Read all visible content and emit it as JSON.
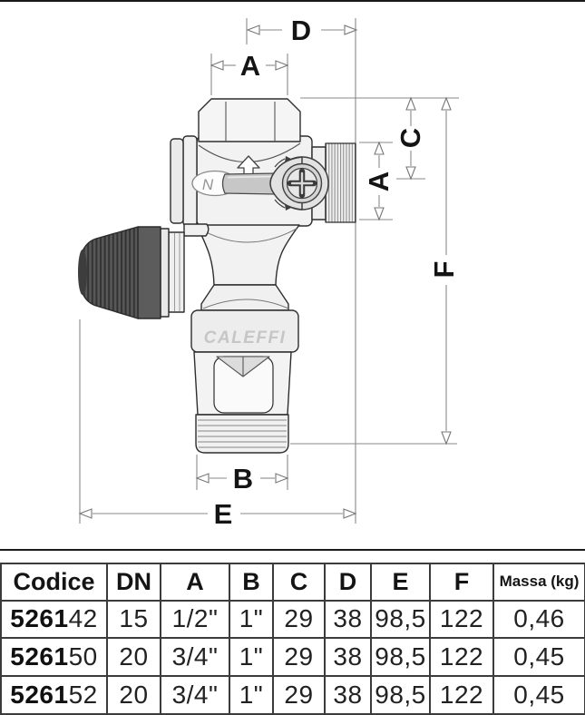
{
  "drawing": {
    "brand_label": "CALEFFI",
    "lever_letter": "N",
    "dims": {
      "d": "D",
      "a_top": "A",
      "a_side": "A",
      "c": "C",
      "f": "F",
      "b": "B",
      "e": "E"
    }
  },
  "table": {
    "headers": [
      "Codice",
      "DN",
      "A",
      "B",
      "C",
      "D",
      "E",
      "F",
      "Massa (kg)"
    ],
    "rows": [
      {
        "code_prefix": "5261",
        "code_suffix": "42",
        "dn": "15",
        "a": "1/2\"",
        "b": "1\"",
        "c": "29",
        "d": "38",
        "e": "98,5",
        "f": "122",
        "massa_kg": "0,46"
      },
      {
        "code_prefix": "5261",
        "code_suffix": "50",
        "dn": "20",
        "a": "3/4\"",
        "b": "1\"",
        "c": "29",
        "d": "38",
        "e": "98,5",
        "f": "122",
        "massa_kg": "0,45"
      },
      {
        "code_prefix": "5261",
        "code_suffix": "52",
        "dn": "20",
        "a": "3/4\"",
        "b": "1\"",
        "c": "29",
        "d": "38",
        "e": "98,5",
        "f": "122",
        "massa_kg": "0,45"
      }
    ]
  }
}
